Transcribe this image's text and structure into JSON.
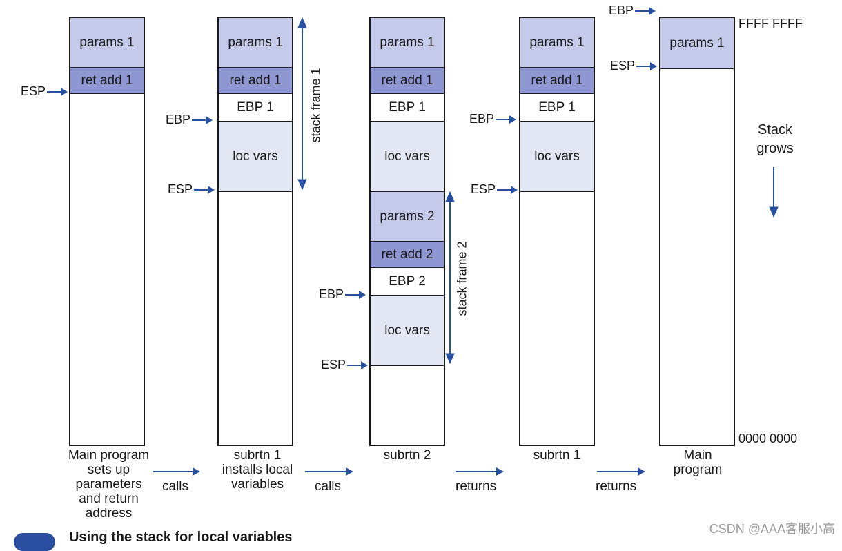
{
  "labels": {
    "params1": "params 1",
    "ret1": "ret add 1",
    "ebp1": "EBP 1",
    "loc": "loc vars",
    "params2": "params 2",
    "ret2": "ret add 2",
    "ebp2": "EBP 2",
    "esp": "ESP",
    "ebp": "EBP",
    "frame1": "stack frame 1",
    "frame2": "stack frame 2",
    "top_addr": "FFFF FFFF",
    "bottom_addr": "0000 0000",
    "grows": "Stack grows"
  },
  "captions": {
    "c1": "Main program sets up parameters and return address",
    "c2": "subrtn 1 installs local variables",
    "c3": "subrtn 2",
    "c4": "subrtn 1",
    "c5": "Main program"
  },
  "flows": {
    "f1": "calls",
    "f2": "calls",
    "f3": "returns",
    "f4": "returns"
  },
  "footer": {
    "partial_caption": "Using the stack for local variables",
    "watermark": "CSDN @AAA客服小高"
  },
  "colors": {
    "params": "#c5c9ea",
    "ret": "#8f97d3",
    "loc": "#e3e6f3",
    "arrow": "#2850a0"
  }
}
